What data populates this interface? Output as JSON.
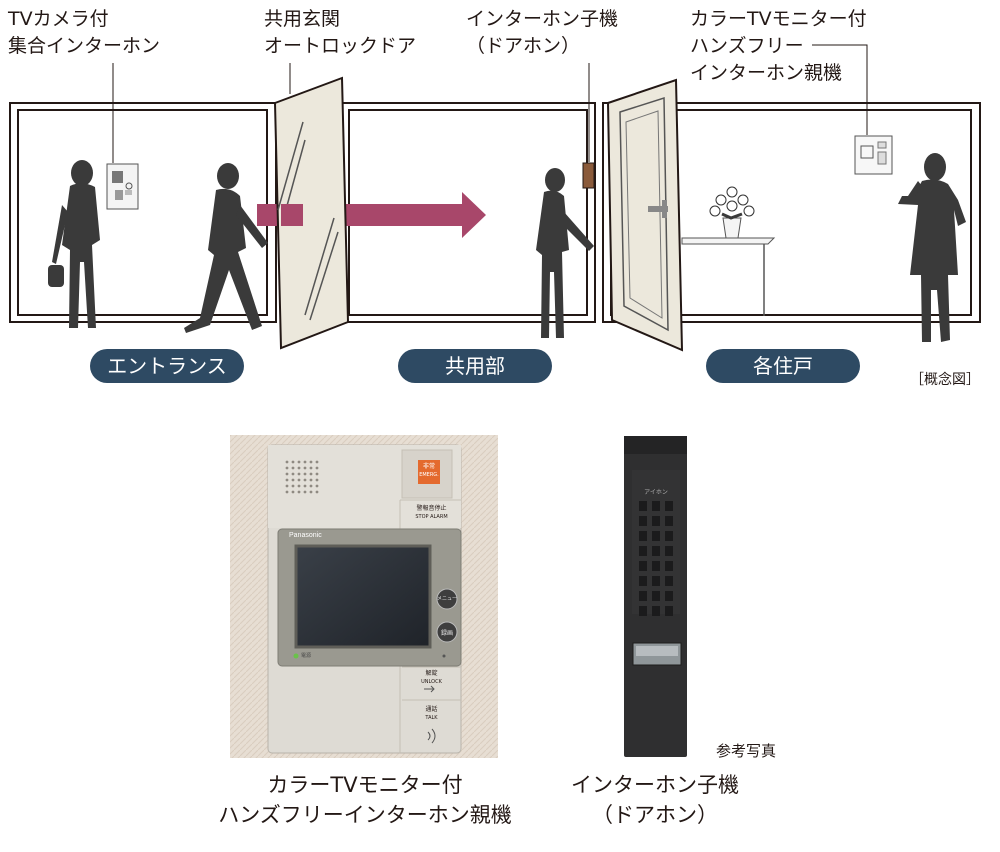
{
  "callouts": {
    "entrance_panel": [
      "TVカメラ付",
      "集合インターホン"
    ],
    "auto_lock": [
      "共用玄関",
      "オートロックドア"
    ],
    "door_phone": [
      "インターホン子機",
      "（ドアホン）"
    ],
    "monitor": [
      "カラーTVモニター付",
      "ハンズフリー",
      "インターホン親機"
    ]
  },
  "zones": {
    "entrance": "エントランス",
    "common": "共用部",
    "unit": "各住戸"
  },
  "concept_note": "［概念図］",
  "monitor_device": {
    "brand": "Panasonic",
    "emergency_label": "非常",
    "emergency_sub": "EMERG.",
    "alarm_stop": "警報音停止",
    "alarm_stop_sub": "STOP ALARM",
    "menu_label": "メニュー",
    "record_label": "録画",
    "unlock_label": "解錠",
    "unlock_sub": "UNLOCK",
    "talk_label": "通話",
    "talk_sub": "TALK",
    "power_label": "電源"
  },
  "door_phone_device": {
    "brand": "アイホン"
  },
  "reference_photo": "参考写真",
  "captions": {
    "monitor": [
      "カラーTVモニター付",
      "ハンズフリーインターホン親機"
    ],
    "door_phone": [
      "インターホン子機",
      "（ドアホン）"
    ]
  },
  "colors": {
    "pill": "#2e4a63",
    "arrow": "#a8476a",
    "silhouette": "#3a3a3a",
    "door": "#ece8dc",
    "wall_texture": "#e6ddd2",
    "monitor_body": "#dedbd4",
    "door_phone_body": "#2f2f30"
  }
}
